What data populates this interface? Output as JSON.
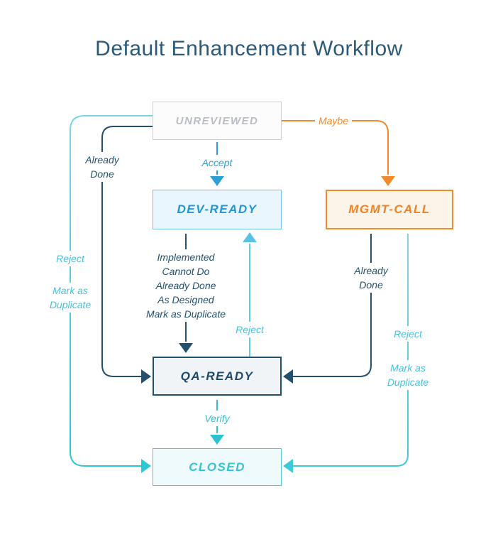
{
  "title": "Default Enhancement Workflow",
  "nodes": {
    "unreviewed": "UNREVIEWED",
    "dev_ready": "DEV-READY",
    "mgmt_call": "MGMT-CALL",
    "qa_ready": "QA-READY",
    "closed": "CLOSED"
  },
  "edges": {
    "accept": "Accept",
    "maybe": "Maybe",
    "left_already_done": "Already\nDone",
    "left_reject": "Reject",
    "left_mark_duplicate": "Mark as\nDuplicate",
    "dev_to_qa_reasons": "Implemented\nCannot Do\nAlready Done\nAs Designed\nMark as Duplicate",
    "mid_reject": "Reject",
    "right_already_done": "Already\nDone",
    "right_reject": "Reject",
    "right_mark_duplicate": "Mark as\nDuplicate",
    "verify": "Verify"
  },
  "colors": {
    "title": "#2b5978",
    "navy": "#24506e",
    "blue": "#2e9ed7",
    "blue_box_bg": "#e9f6fd",
    "blue_box_border": "#74c4e8",
    "orange": "#f18a2b",
    "orange_box_bg": "#fdf4e9",
    "cyan_light": "#7cd4e6",
    "teal": "#2cc7d4",
    "closed_border": "#4acbd8",
    "closed_bg": "#eefafb",
    "gray_border": "#cbced2",
    "gray_text": "#b9bdc2",
    "qa_bg": "#f1f4f6"
  }
}
